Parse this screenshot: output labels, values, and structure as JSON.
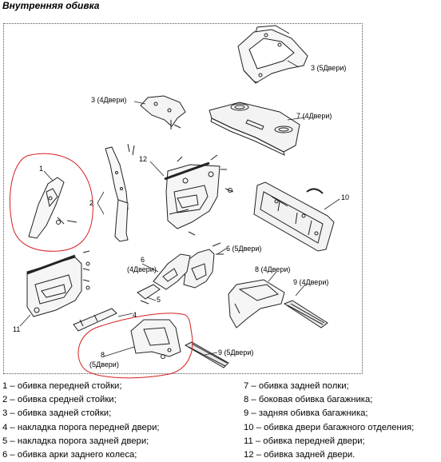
{
  "title": "Внутренняя обивка",
  "callouts": [
    {
      "key": "c3top",
      "number": "3",
      "note": "(5Двери)"
    },
    {
      "key": "c3mid",
      "number": "3",
      "note": "(4Двери)"
    },
    {
      "key": "c7",
      "number": "7",
      "note": "(4Двери)"
    },
    {
      "key": "c12",
      "number": "12",
      "note": ""
    },
    {
      "key": "c1",
      "number": "1",
      "note": ""
    },
    {
      "key": "c2",
      "number": "2",
      "note": ""
    },
    {
      "key": "c10",
      "number": "10",
      "note": ""
    },
    {
      "key": "c6a",
      "number": "6",
      "note": "(5Двери)"
    },
    {
      "key": "c6b",
      "number": "6",
      "note": "(4Двери)"
    },
    {
      "key": "c8a",
      "number": "8",
      "note": "(4Двери)"
    },
    {
      "key": "c9a",
      "number": "9",
      "note": "(4Двери)"
    },
    {
      "key": "c5",
      "number": "5",
      "note": ""
    },
    {
      "key": "c4",
      "number": "4",
      "note": ""
    },
    {
      "key": "c11",
      "number": "11",
      "note": ""
    },
    {
      "key": "c8b",
      "number": "8",
      "note": "(5Двери)"
    },
    {
      "key": "c9b",
      "number": "9",
      "note": "(5Двери)"
    }
  ],
  "legend_left": [
    "1 – обивка передней стойки;",
    "2 – обивка средней стойки;",
    "3 – обивка задней стойки;",
    "4 – накладка порога передней двери;",
    "5 – накладка порога задней двери;",
    "6 – обивка арки заднего колеса;"
  ],
  "legend_right": [
    "7 – обивка задней полки;",
    "8 – боковая обивка багажника;",
    "9 – задняя обивка багажника;",
    "10 – обивка двери багажного отделения;",
    "11 – обивка передней двери;",
    "12 – обивка задней двери."
  ],
  "colors": {
    "highlight_circle": "#d42020",
    "line_art": "#222222"
  }
}
